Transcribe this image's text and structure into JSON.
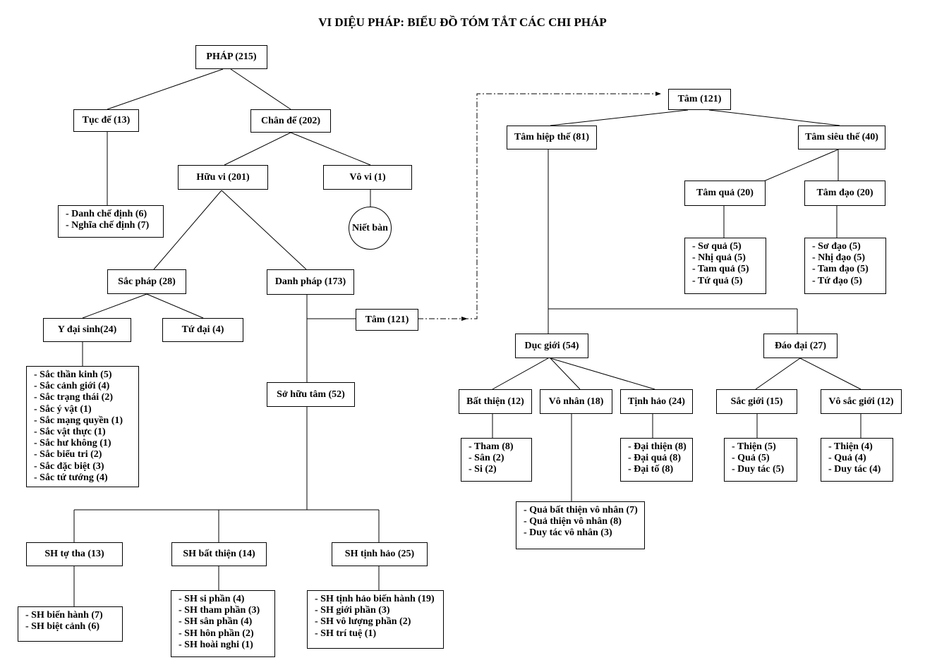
{
  "title": "VI DIỆU PHÁP: BIỂU ĐỒ TÓM TẮT CÁC CHI PHÁP",
  "nodes": {
    "phap": "PHÁP (215)",
    "tuc_de": "Tục đế (13)",
    "chan_de": "Chân đế (202)",
    "huu_vi": "Hữu vi (201)",
    "vo_vi": "Vô vi (1)",
    "niet_ban": "Niết bàn",
    "sac_phap": "Sắc pháp (28)",
    "danh_phap": "Danh pháp (173)",
    "tam_link": "Tâm (121)",
    "y_dai_sinh": "Y đại sinh(24)",
    "tu_dai": "Tứ đại (4)",
    "so_huu_tam": "Sở hữu tâm (52)",
    "sh_tu_tha": "SH tợ tha (13)",
    "sh_bat_thien": "SH bất thiện (14)",
    "sh_tinh_hao": "SH tịnh hảo (25)",
    "tam": "Tâm (121)",
    "tam_hiep_the": "Tâm hiệp thế (81)",
    "tam_sieu_the": "Tâm siêu thế (40)",
    "tam_qua": "Tâm quả (20)",
    "tam_dao": "Tâm đạo (20)",
    "duc_gioi": "Dục giới (54)",
    "dao_dai": "Đáo đại (27)",
    "bat_thien": "Bất thiện (12)",
    "vo_nhan": "Vô nhân (18)",
    "tinh_hao": "Tịnh hảo (24)",
    "sac_gioi": "Sắc giới (15)",
    "vo_sac_gioi": "Vô sắc giới (12)"
  },
  "lists": {
    "che_dinh": [
      "Danh chế định (6)",
      "Nghĩa chế định (7)"
    ],
    "y_dai_sinh_items": [
      "Sắc thần kinh (5)",
      "Sắc cảnh giới (4)",
      "Sắc trạng thái (2)",
      "Sắc ý vật (1)",
      "Sắc mạng quyền (1)",
      "Sắc vật thực (1)",
      "Sắc hư không (1)",
      "Sắc biểu tri (2)",
      "Sắc đặc biệt (3)",
      "Sắc tứ tướng (4)"
    ],
    "sh_tu_tha_items": [
      "SH biến hành (7)",
      "SH biệt cảnh (6)"
    ],
    "sh_bat_thien_items": [
      "SH si phần (4)",
      "SH tham  phần (3)",
      "SH sân phần (4)",
      "SH hôn phần (2)",
      "SH hoài nghi (1)"
    ],
    "sh_tinh_hao_items": [
      "SH tịnh hảo biến hành (19)",
      "SH giới phần (3)",
      "SH vô lượng phần (2)",
      "SH trí tuệ (1)"
    ],
    "tam_qua_items": [
      "Sơ quả (5)",
      "Nhị quả (5)",
      "Tam quả (5)",
      "Tứ quả (5)"
    ],
    "tam_dao_items": [
      "Sơ đạo (5)",
      "Nhị đạo (5)",
      "Tam đạo (5)",
      "Tứ đạo (5)"
    ],
    "bat_thien_items": [
      "Tham (8)",
      "Sân (2)",
      "Si (2)"
    ],
    "vo_nhan_items": [
      "Quả bất thiện vô nhân (7)",
      "Quả thiện vô nhân (8)",
      "Duy tác vô nhân (3)"
    ],
    "tinh_hao_items": [
      "Đại thiện (8)",
      "Đại quả (8)",
      "Đại tố (8)"
    ],
    "sac_gioi_items": [
      "Thiện (5)",
      "Quả (5)",
      "Duy tác (5)"
    ],
    "vo_sac_gioi_items": [
      "Thiện (4)",
      "Quả (4)",
      "Duy tác (4)"
    ]
  },
  "colors": {
    "line": "#000000",
    "background": "#ffffff"
  }
}
